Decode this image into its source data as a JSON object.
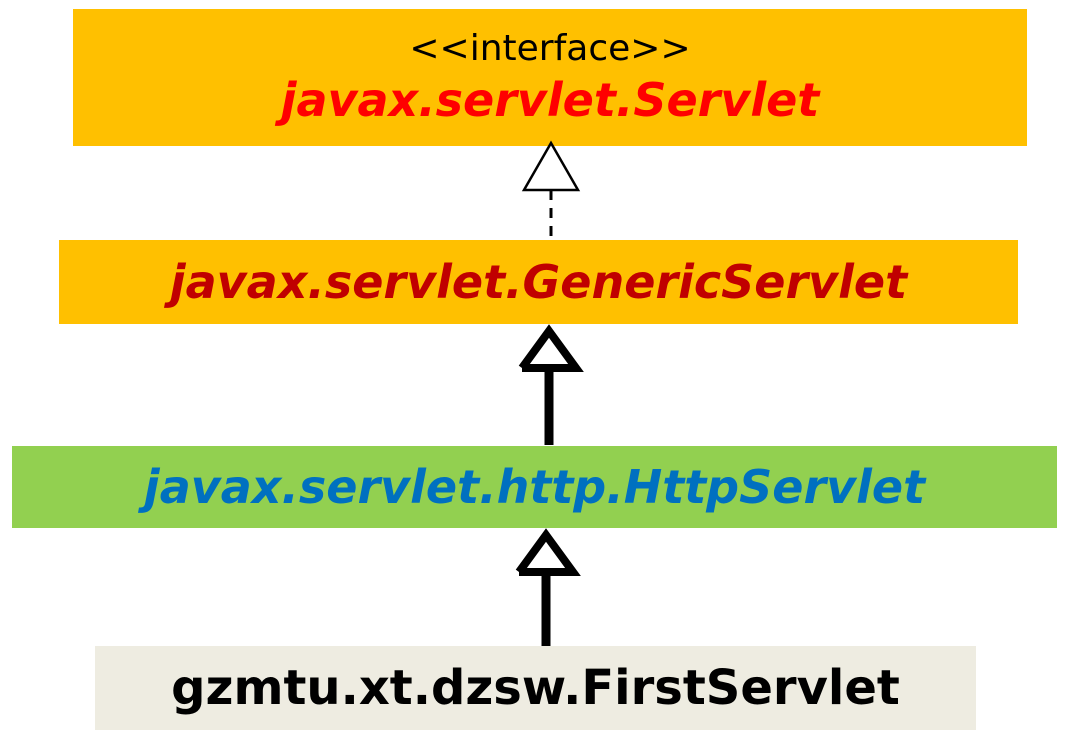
{
  "servlet_box": {
    "stereotype": "<<interface>>",
    "name": "javax.servlet.Servlet",
    "color": "#ffc000",
    "text_color": "#ff0000"
  },
  "generic_box": {
    "name": "javax.servlet.GenericServlet",
    "color": "#ffc000",
    "text_color": "#c00000"
  },
  "http_box": {
    "name": "javax.servlet.http.HttpServlet",
    "color": "#92d050",
    "text_color": "#0070c0"
  },
  "first_box": {
    "name": "gzmtu.xt.dzsw.FirstServlet",
    "color": "#eeece1",
    "text_color": "#000000"
  },
  "relations": [
    {
      "from": "GenericServlet",
      "to": "Servlet",
      "kind": "realization"
    },
    {
      "from": "HttpServlet",
      "to": "GenericServlet",
      "kind": "generalization"
    },
    {
      "from": "FirstServlet",
      "to": "HttpServlet",
      "kind": "generalization"
    }
  ]
}
